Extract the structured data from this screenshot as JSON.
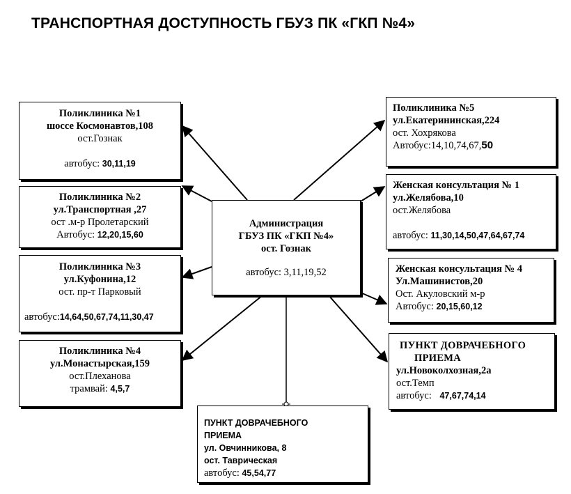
{
  "title": "ТРАНСПОРТНАЯ ДОСТУПНОСТЬ  ГБУЗ ПК «ГКП №4»",
  "center": {
    "line1": "Администрация",
    "line2": "ГБУЗ ПК «ГКП №4»",
    "line3": "ост. Гознак",
    "transport": "автобус: 3,11,19,52"
  },
  "left": [
    {
      "name": "Поликлиника №1",
      "address": "шоссе Космонавтов,108",
      "stop": "ост.Гознак",
      "transport_label": "автобус:",
      "routes": "30,11,19"
    },
    {
      "name": "Поликлиника №2",
      "address": "ул.Транспортная ,27",
      "stop": "ост .м-р Пролетарский",
      "transport_label": "Автобус:",
      "routes": "12,20,15,60"
    },
    {
      "name": "Поликлиника  №3",
      "address": "ул.Куфонина,12",
      "stop": "ост. пр-т Парковый",
      "transport_label": "автобус:",
      "routes": "14,64,50,67,74,11,30,47"
    },
    {
      "name": "Поликлиника  №4",
      "address": "ул.Монастырская,159",
      "stop": "ост.Плеханова",
      "transport_label": "трамвай:",
      "routes": "4,5,7"
    }
  ],
  "right": [
    {
      "name": "Поликлиника №5",
      "address": "ул.Екатерининская,224",
      "stop": "ост. Хохрякова",
      "transport_label": "Автобус:14,10,74,67,",
      "routes": "50"
    },
    {
      "name": "Женская консультация № 1",
      "address": "ул.Желябова,10",
      "stop": "ост.Желябова",
      "transport_label": "автобус:",
      "routes": "11,30,14,50,47,64,67,74"
    },
    {
      "name": "Женская консультация № 4",
      "address": "Ул.Машинистов,20",
      "stop": "Ост. Акуловский м-р",
      "transport_label": "Автобус:",
      "routes": "20,15,60,12"
    },
    {
      "name_line1": "ПУНКТ ДОВРАЧЕБНОГО",
      "name_line2": "ПРИЕМА",
      "address": "ул.Новоколхозная,2а",
      "stop": "ост.Темп",
      "transport_label": "автобус:",
      "routes": "47,67,74,14"
    }
  ],
  "bottom": {
    "name_line1": "ПУНКТ ДОВРАЧЕБНОГО",
    "name_line2": "ПРИЕМА",
    "address": "ул. Овчинникова, 8",
    "stop": "ост. Таврическая",
    "transport_label": "автобус:",
    "routes": "45,54,77"
  },
  "colors": {
    "stroke": "#000000",
    "background": "#ffffff"
  }
}
